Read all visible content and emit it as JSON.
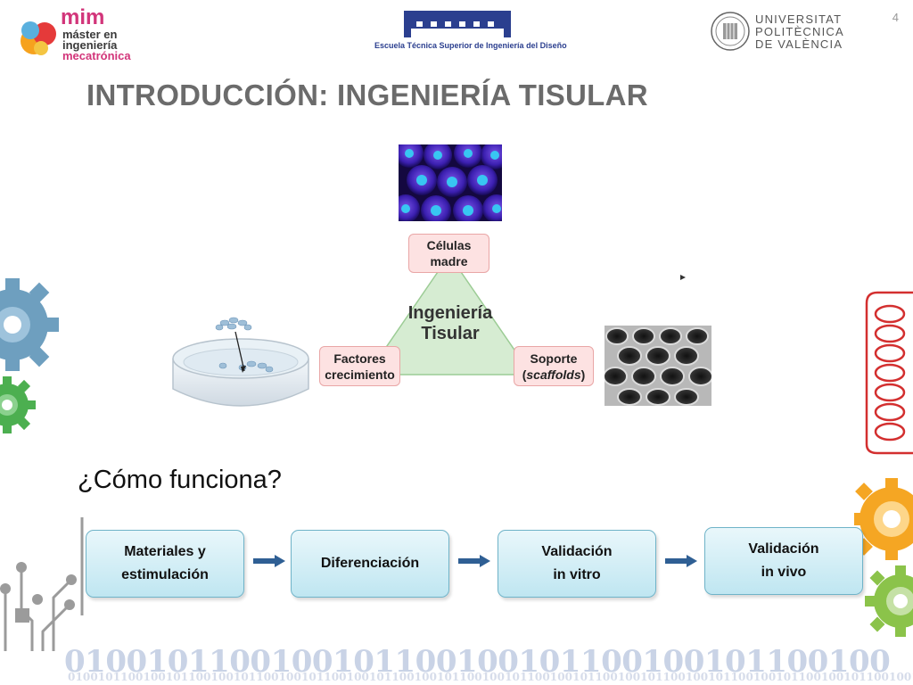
{
  "header": {
    "slide_number": "4",
    "mim_logo": {
      "mark": "mim",
      "line1": "máster en",
      "line2": "ingeniería",
      "line3": "mecatrónica"
    },
    "etsid_caption": "Escuela Técnica Superior de Ingeniería del Diseño",
    "upv": {
      "line1": "UNIVERSITAT",
      "line2": "POLITÈCNICA",
      "line3": "DE VALÈNCIA"
    }
  },
  "title": "INTRODUCCIÓN: INGENIERÍA TISULAR",
  "diagram": {
    "center_line1": "Ingeniería",
    "center_line2": "Tisular",
    "nodes": {
      "cells_line1": "Células",
      "cells_line2": "madre",
      "factors_line1": "Factores",
      "factors_line2": "crecimiento",
      "support_line1": "Soporte",
      "support_open": "(",
      "support_italic": "scaffolds",
      "support_close": ")"
    }
  },
  "question": "¿Cómo funciona?",
  "process": {
    "steps": [
      {
        "line1": "Materiales y",
        "line2": "estimulación"
      },
      {
        "line1": "Diferenciación",
        "line2": ""
      },
      {
        "line1": "Validación",
        "line2": "in vitro"
      },
      {
        "line1": "Validación",
        "line2": "in vivo"
      }
    ]
  },
  "footer": {
    "binary_large": "0100101100100101100100101100100101100100",
    "binary_small": "01001011001001011001001011001001011001001011001001011001001011001001011001001011001001011001001011001001011001001011"
  },
  "colors": {
    "title": "#6b6b6b",
    "node_fill": "#fde2e2",
    "triangle_fill": "#d6ecd2",
    "step_border": "#6fb3c8",
    "arrow": "#2f5f94"
  }
}
